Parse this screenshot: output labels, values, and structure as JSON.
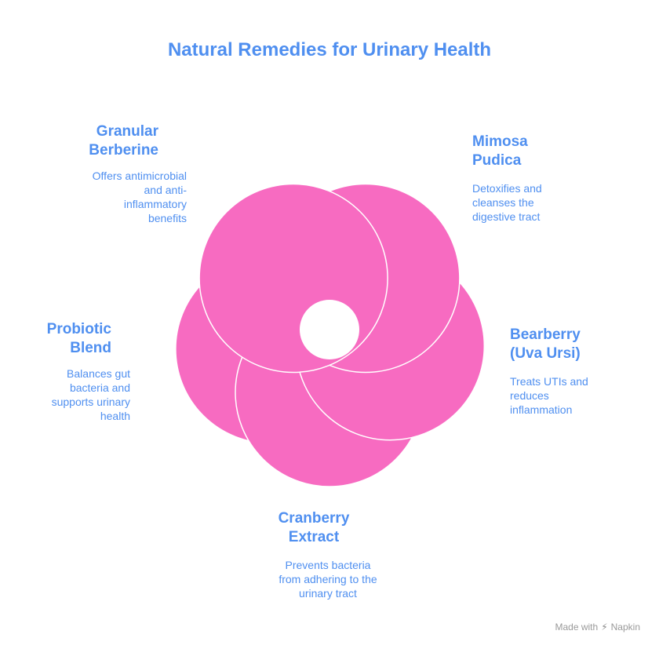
{
  "title": "Natural Remedies for Urinary Health",
  "colors": {
    "petal": "#f76bc1",
    "petal_stroke": "#ffffff",
    "text": "#4f8ff0"
  },
  "items": [
    {
      "heading": "Granular\nBerberine",
      "description": "Offers antimicrobial\nand anti-\ninflammatory\nbenefits"
    },
    {
      "heading": "Mimosa\nPudica",
      "description": "Detoxifies and\ncleanses the\ndigestive tract"
    },
    {
      "heading": "Bearberry\n(Uva Ursi)",
      "description": "Treats UTIs and\nreduces\ninflammation"
    },
    {
      "heading": "Cranberry\nExtract",
      "description": "Prevents bacteria\nfrom adhering to the\nurinary tract"
    },
    {
      "heading": "Probiotic\nBlend",
      "description": "Balances gut\nbacteria and\nsupports urinary\nhealth"
    }
  ],
  "footer": {
    "made_with": "Made with",
    "brand": "Napkin"
  }
}
